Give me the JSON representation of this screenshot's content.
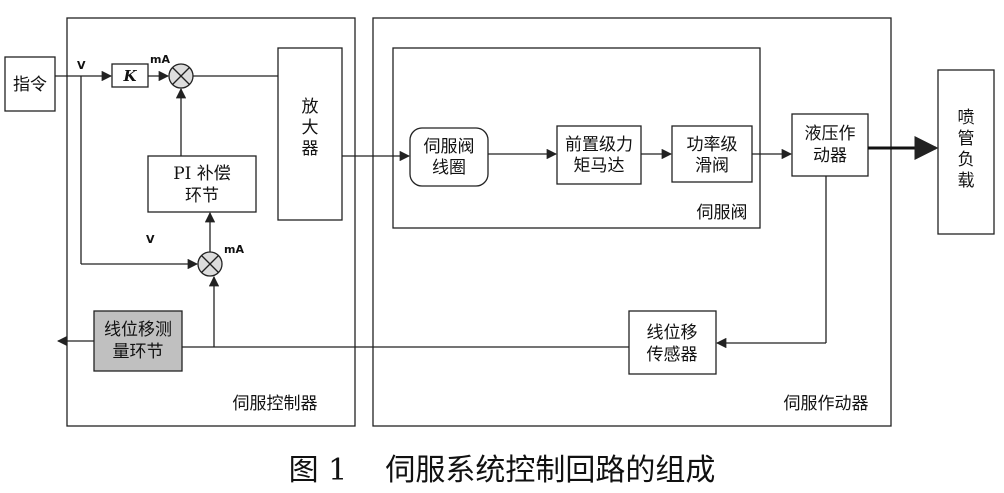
{
  "blocks": {
    "command": "指令",
    "gain": "K",
    "amplifier": [
      "放",
      "大",
      "器"
    ],
    "pi_comp": [
      "PI 补偿",
      "环节"
    ],
    "servo_coil": [
      "伺服阀",
      "线圈"
    ],
    "pre_motor": [
      "前置级力",
      "矩马达"
    ],
    "power_valve": [
      "功率级",
      "滑阀"
    ],
    "servo_valve": "伺服阀",
    "hydraulic": [
      "液压作",
      "动器"
    ],
    "nozzle_load": [
      "喷",
      "管",
      "负",
      "载"
    ],
    "sensor": [
      "线位移",
      "传感器"
    ],
    "disp_meas": [
      "线位移测",
      "量环节"
    ]
  },
  "groups": {
    "controller": "伺服控制器",
    "actuator": "伺服作动器"
  },
  "signals": {
    "v_top": "V",
    "v_bottom": "V",
    "ma_top": "mA",
    "ma_bottom": "mA"
  },
  "caption": "图 1    伺服系统控制回路的组成",
  "colors": {
    "line": "#222222",
    "shaded_block": "#c0c0c0",
    "background": "#ffffff"
  }
}
